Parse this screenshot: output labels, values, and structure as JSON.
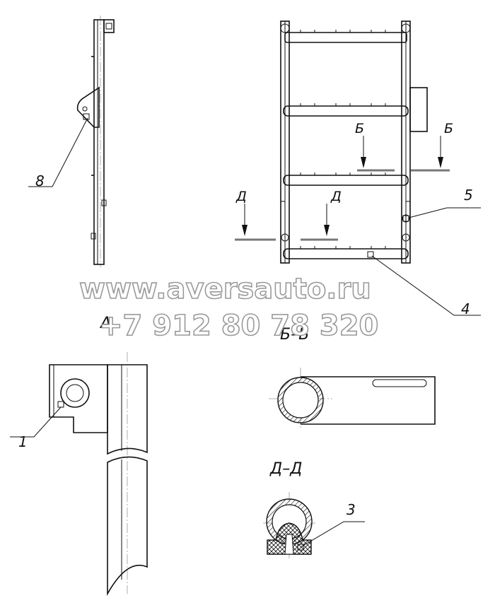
{
  "callouts": {
    "c1": "1",
    "c3": "3",
    "c4": "4",
    "c5": "5",
    "c8": "8"
  },
  "views": {
    "a_view": "А",
    "bb_section": "Б–Б",
    "dd_section": "Д–Д"
  },
  "section_marks": {
    "b_left": "Б",
    "b_right": "Б",
    "d_left": "Д",
    "d_right": "Д"
  },
  "watermark": {
    "site": "www.aversauto.ru",
    "phone": "+7 912 80 78 320"
  }
}
